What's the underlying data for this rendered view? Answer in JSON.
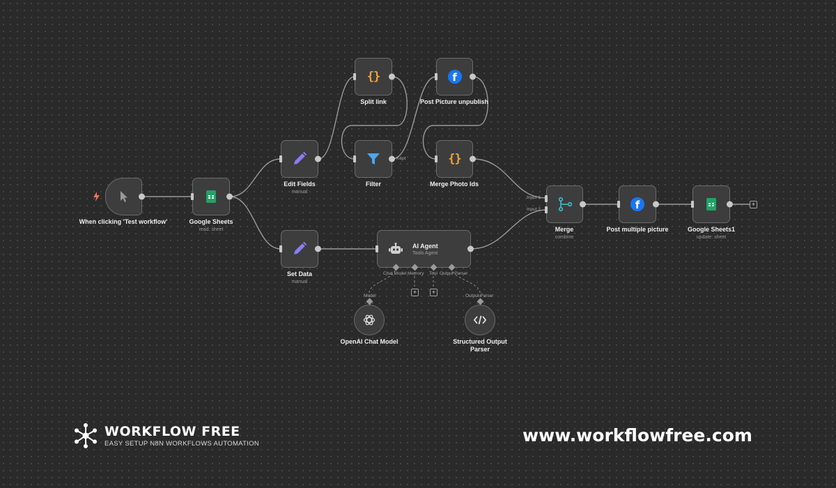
{
  "nodes": {
    "trigger": {
      "label": "When clicking 'Test workflow'"
    },
    "google_sheets": {
      "label": "Google Sheets",
      "sub": "read: sheet"
    },
    "edit_fields": {
      "label": "Edit Fields",
      "sub": "manual"
    },
    "split_link": {
      "label": "Split link"
    },
    "filter": {
      "label": "Filter",
      "output_label": "Kept"
    },
    "post_picture_unpublish": {
      "label": "Post Picture unpublish"
    },
    "merge_photo_ids": {
      "label": "Merge Photo Ids"
    },
    "set_data": {
      "label": "Set Data",
      "sub": "manual"
    },
    "ai_agent": {
      "title": "AI Agent",
      "sub": "Tools Agent",
      "ports": [
        "Chat Model",
        "Memory",
        "Tool",
        "Output Parser"
      ]
    },
    "openai_chat_model": {
      "label": "OpenAI Chat Model",
      "port_label": "Model"
    },
    "structured_output_parser": {
      "label": "Structured Output Parser",
      "port_label": "Output Parser"
    },
    "merge": {
      "label": "Merge",
      "sub": "combine",
      "input1": "Input 1",
      "input2": "Input 2"
    },
    "post_multiple_picture": {
      "label": "Post multiple picture"
    },
    "google_sheets1": {
      "label": "Google Sheets1",
      "sub": "update: sheet"
    }
  },
  "icons": {
    "trigger": "cursor-icon",
    "google_sheets": "google-sheets-icon",
    "edit_fields": "pencil-icon",
    "code": "code-braces-icon",
    "filter": "filter-icon",
    "facebook": "facebook-icon",
    "merge": "merge-icon",
    "ai_agent": "robot-icon",
    "openai": "openai-icon",
    "parser": "code-icon"
  },
  "braces_glyph": "{}",
  "plus_glyph": "+",
  "brand": {
    "title": "WORKFLOW FREE",
    "tagline": "EASY SETUP N8N WORKFLOWS AUTOMATION",
    "url": "www.workflowfree.com"
  },
  "colors": {
    "background": "#2a2a2a",
    "node_fill": "#3d3d3d",
    "node_border": "#6b6b6b",
    "code_orange": "#f2a33a",
    "pencil_purple": "#8b7cf6",
    "filter_blue": "#4aa8f0",
    "facebook_blue": "#1877f2",
    "sheets_green": "#1fa463",
    "merge_teal": "#35b5c4",
    "trigger_red": "#ff6d5a"
  }
}
